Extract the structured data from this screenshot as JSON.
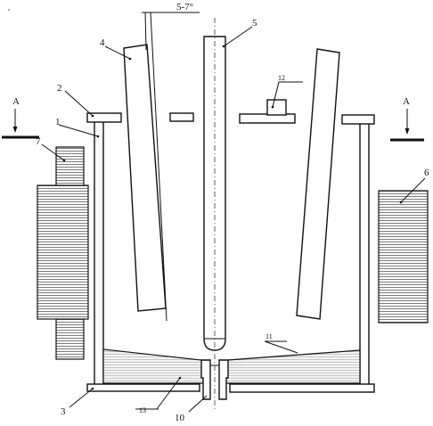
{
  "labels": {
    "l1": "1",
    "l2": "2",
    "l3": "3",
    "l4": "4",
    "l5": "5",
    "l6": "6",
    "l7": "7",
    "l10": "10",
    "l11": "11",
    "l12": "12",
    "l13": "13",
    "angle": "5-7°",
    "section_left": "A",
    "section_right": "A"
  }
}
